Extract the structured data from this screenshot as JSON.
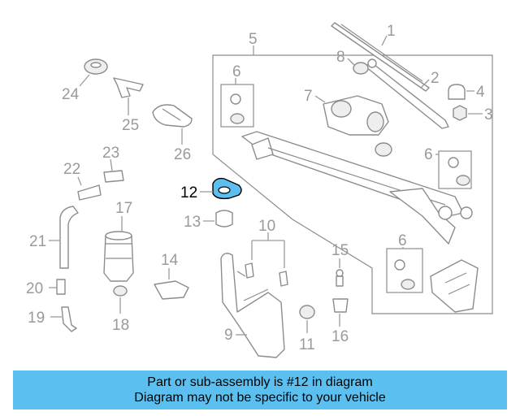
{
  "diagram": {
    "callouts": {
      "c1": "1",
      "c2": "2",
      "c3": "3",
      "c4": "4",
      "c5": "5",
      "c6a": "6",
      "c6b": "6",
      "c6c": "6",
      "c7": "7",
      "c8": "8",
      "c9": "9",
      "c10": "10",
      "c11": "11",
      "c12": "12",
      "c13": "13",
      "c14": "14",
      "c15": "15",
      "c16": "16",
      "c17": "17",
      "c18": "18",
      "c19": "19",
      "c20": "20",
      "c21": "21",
      "c22": "22",
      "c23": "23",
      "c24": "24",
      "c25": "25",
      "c26": "26"
    },
    "highlight_color": "#5bc0f0",
    "line_color": "#8c8c8c"
  },
  "banner": {
    "line1": "Part or sub-assembly is #12 in diagram",
    "line2": "Diagram may not be specific to your vehicle",
    "color": "#5bc0f0"
  }
}
